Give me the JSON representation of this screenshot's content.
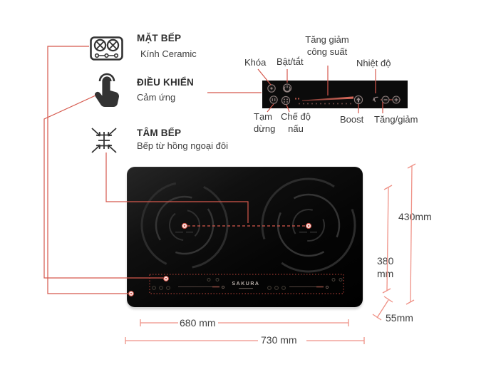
{
  "features": [
    {
      "title": "MẶT BẾP",
      "subtitle": "Kính Ceramic",
      "icon": "gas-hob-icon"
    },
    {
      "title": "ĐIỀU KHIỂN",
      "subtitle": "Cảm ứng",
      "icon": "touch-icon"
    },
    {
      "title": "TÂM BẾP",
      "subtitle": "Bếp từ hồng ngoại đôi",
      "icon": "burner-center-icon"
    }
  ],
  "panel_callouts": {
    "lock": "Khóa",
    "power": "Bật/tắt",
    "power_level": "Tăng giảm\ncông suất",
    "temperature": "Nhiệt độ",
    "pause": "Tạm\ndừng",
    "cook_mode": "Chế độ\nnấu",
    "boost": "Boost",
    "increase_decrease": "Tăng/giảm"
  },
  "product": {
    "brand": "SAKURA"
  },
  "dimensions": {
    "total_width": "730 mm",
    "glass_width": "680 mm",
    "total_height": "430mm",
    "cutout_height": "380\nmm",
    "depth": "55mm"
  },
  "colors": {
    "callout_red": "#d5584c",
    "dimension_red": "#ef9186",
    "icon_dark": "#333333",
    "cooktop_black": "#0d0d0d"
  }
}
